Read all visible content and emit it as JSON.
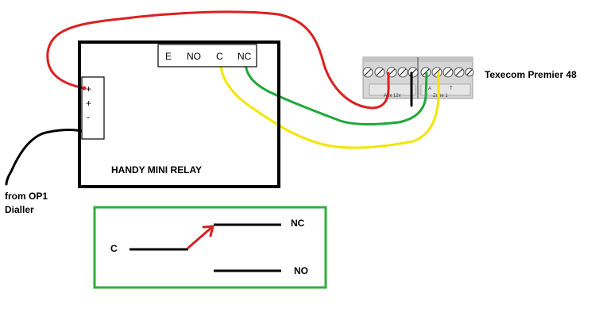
{
  "relay": {
    "title": "HANDY MINI RELAY",
    "terminals": [
      "E",
      "NO",
      "C",
      "NC"
    ],
    "power_terminals": [
      "+",
      "+",
      "-"
    ]
  },
  "panel": {
    "name": "Texecom Premier 48",
    "aux_label": "Aux 12v",
    "zone_label": "Zone 1",
    "zone_pin_a": "A",
    "zone_pin_t": "T"
  },
  "dialler_label_line1": "from OP1",
  "dialler_label_line2": "Dialler",
  "schematic": {
    "common_label": "C",
    "nc_label": "NC",
    "no_label": "NO"
  },
  "colors": {
    "red_wire": "#dd1f1f",
    "green_wire": "#1fa83a",
    "yellow_wire": "#f2e600",
    "black_wire": "#000000",
    "schematic_border": "#2fae3b",
    "switch_arrow": "#dd1f1f",
    "panel_body": "#d6d6d6"
  }
}
